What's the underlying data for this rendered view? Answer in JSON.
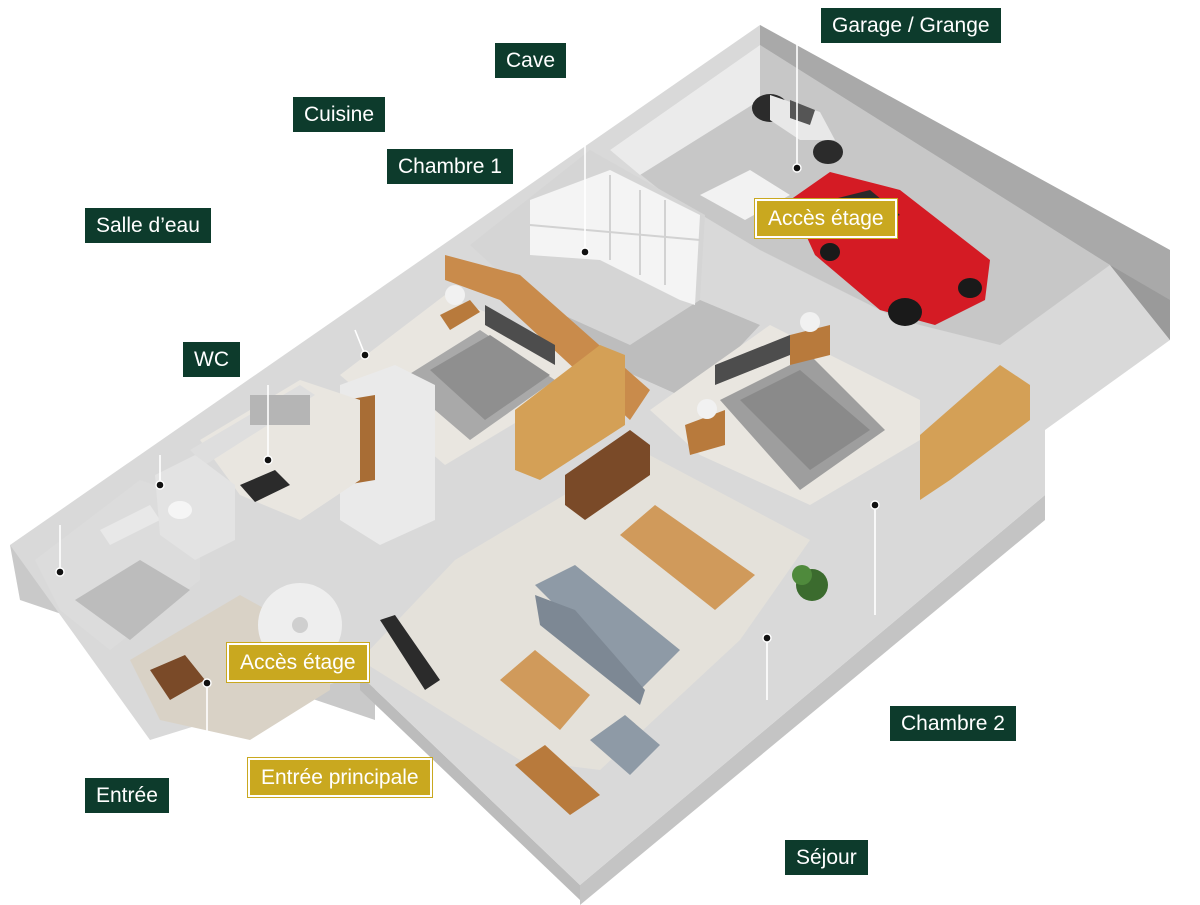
{
  "colors": {
    "room_label_bg": "#0d3b2c",
    "access_label_bg": "#c9a81f",
    "floor_wood": "#c98b4b",
    "floor_light": "#e6e3dc",
    "floor_grey": "#bdbdbd",
    "wall": "#d7d7d7",
    "car": "#d41b24"
  },
  "labels": {
    "garage": "Garage / Grange",
    "cave": "Cave",
    "cuisine": "Cuisine",
    "chambre1": "Chambre 1",
    "salle_eau": "Salle d’eau",
    "acces_etage_garage": "Accès étage",
    "wc": "WC",
    "acces_etage_entree": "Accès étage",
    "chambre2": "Chambre 2",
    "entree": "Entrée",
    "entree_principale": "Entrée principale",
    "sejour": "Séjour"
  },
  "icons": {
    "vehicle_1": "motorcycle-icon",
    "vehicle_2": "car-icon",
    "plant": "plant-icon",
    "staircase": "spiral-staircase-icon"
  }
}
